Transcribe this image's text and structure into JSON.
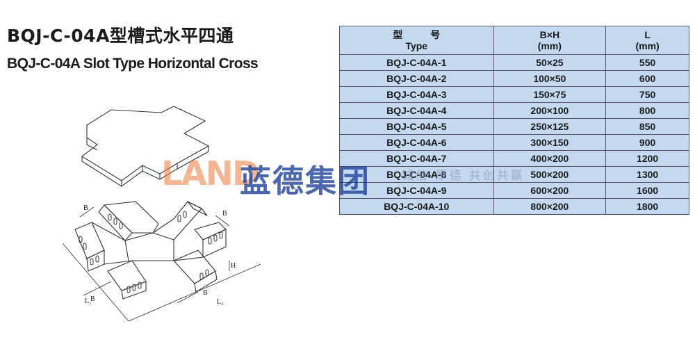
{
  "title_cn": "BQJ-C-04A型槽式水平四通",
  "title_en": "BQJ-C-04A Slot Type Horizontal Cross",
  "table": {
    "headers": {
      "model_cn": "型  号",
      "model_en": "Type",
      "size_label": "B×H",
      "size_unit": "(mm)",
      "length_label": "L",
      "length_unit": "(mm)"
    },
    "rows": [
      {
        "model": "BQJ-C-04A-1",
        "size": "50×25",
        "length": "550"
      },
      {
        "model": "BQJ-C-04A-2",
        "size": "100×50",
        "length": "600"
      },
      {
        "model": "BQJ-C-04A-3",
        "size": "150×75",
        "length": "750"
      },
      {
        "model": "BQJ-C-04A-4",
        "size": "200×100",
        "length": "800"
      },
      {
        "model": "BQJ-C-04A-5",
        "size": "250×125",
        "length": "850"
      },
      {
        "model": "BQJ-C-04A-6",
        "size": "300×150",
        "length": "900"
      },
      {
        "model": "BQJ-C-04A-7",
        "size": "400×200",
        "length": "1200"
      },
      {
        "model": "BQJ-C-04A-8",
        "size": "500×200",
        "length": "1300"
      },
      {
        "model": "BQJ-C-04A-9",
        "size": "600×200",
        "length": "1600"
      },
      {
        "model": "BQJ-C-04A-10",
        "size": "800×200",
        "length": "1800"
      }
    ]
  },
  "drawing_labels": {
    "b": "B",
    "h": "H",
    "l1": "L₁",
    "l2": "L₂"
  },
  "watermark": {
    "logo": "LAND",
    "brand": "蓝德集团",
    "slogan": "诚信 厚德  共创共赢"
  }
}
